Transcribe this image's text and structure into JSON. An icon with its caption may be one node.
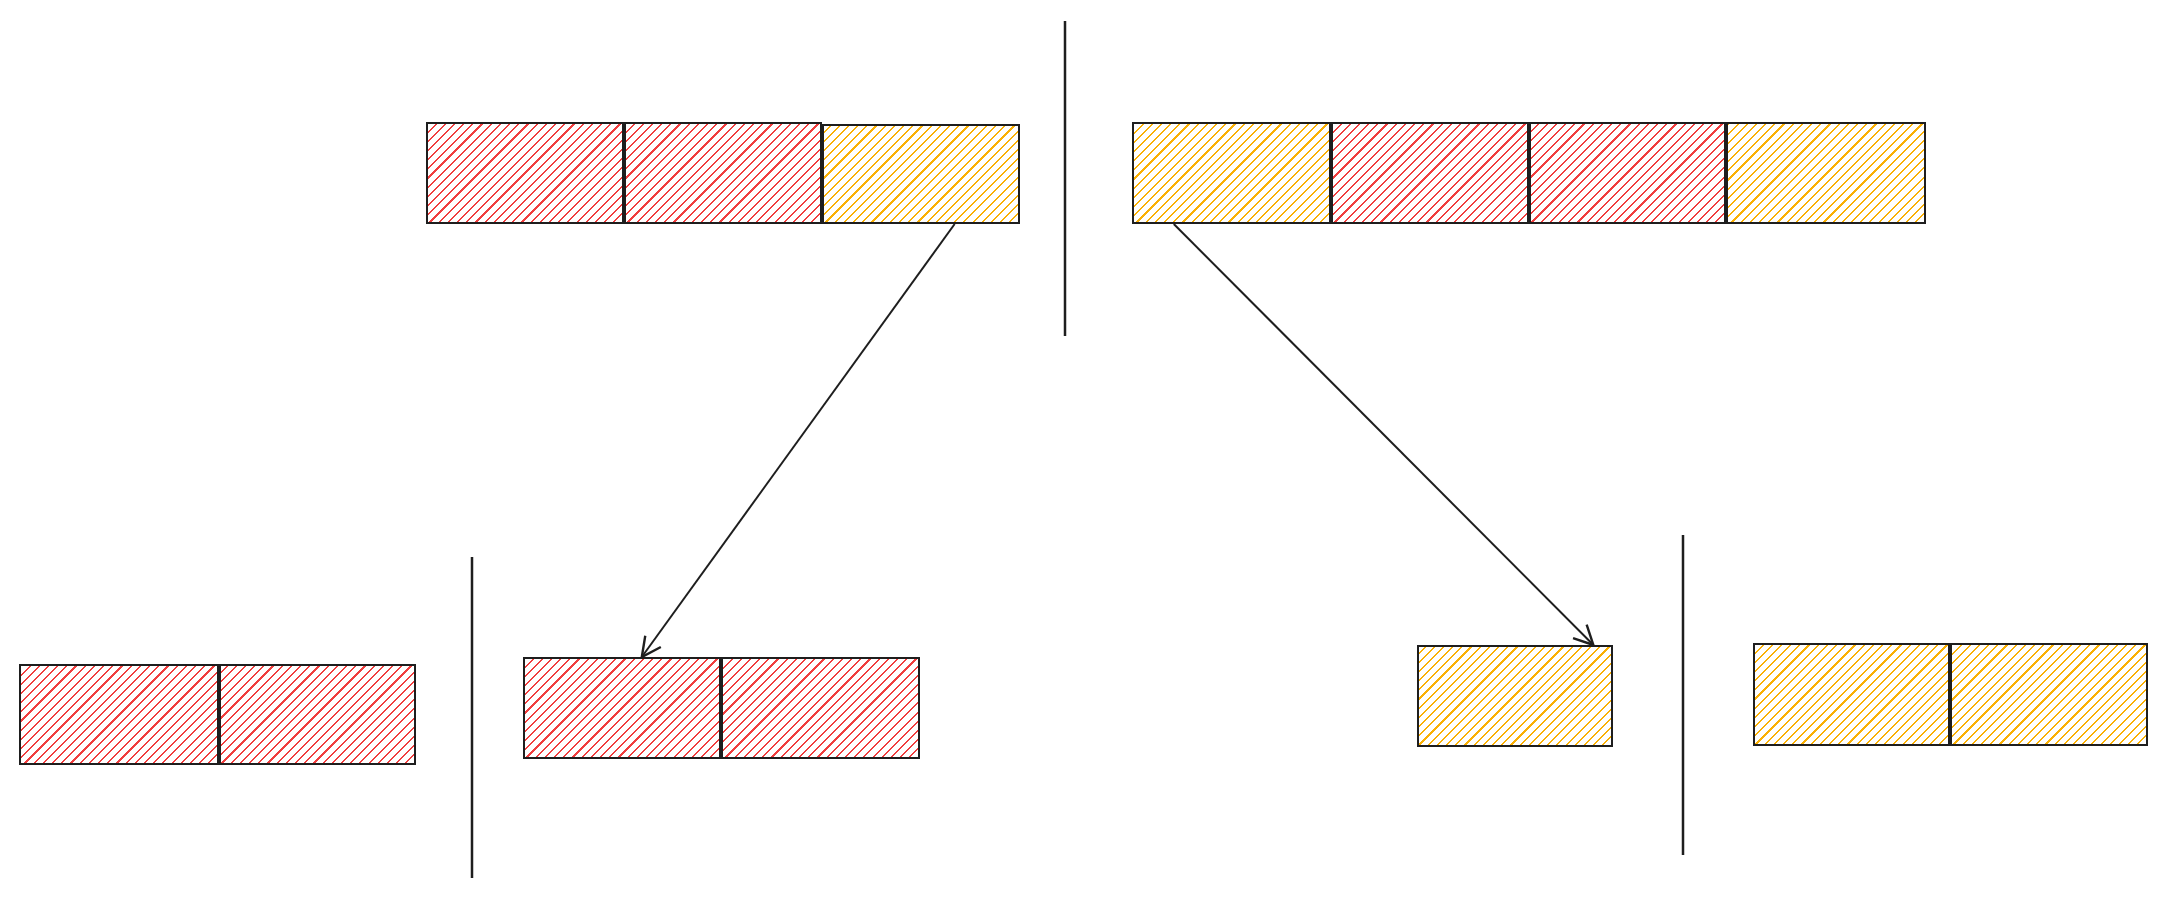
{
  "diagram": {
    "nodes": [
      {
        "text": [],
        "shape": "box"
      },
      {
        "text": [],
        "shape": "box"
      },
      {
        "text": [],
        "shape": "box"
      },
      {
        "text": [],
        "shape": "box"
      },
      {
        "text": [],
        "shape": "box"
      },
      {
        "text": [],
        "shape": "box"
      },
      {
        "text": [],
        "shape": "box"
      },
      {
        "text": [],
        "shape": "box"
      },
      {
        "text": [],
        "shape": "box"
      },
      {
        "text": [],
        "shape": "box"
      },
      {
        "text": [],
        "shape": "box"
      },
      {
        "text": [],
        "shape": "box"
      },
      {
        "text": [],
        "shape": "box"
      },
      {
        "text": [],
        "shape": "box"
      }
    ],
    "edges": [
      {
        "from": 2,
        "to": 9,
        "arrow": "to"
      },
      {
        "from": 3,
        "to": 11,
        "arrow": "to"
      }
    ]
  }
}
